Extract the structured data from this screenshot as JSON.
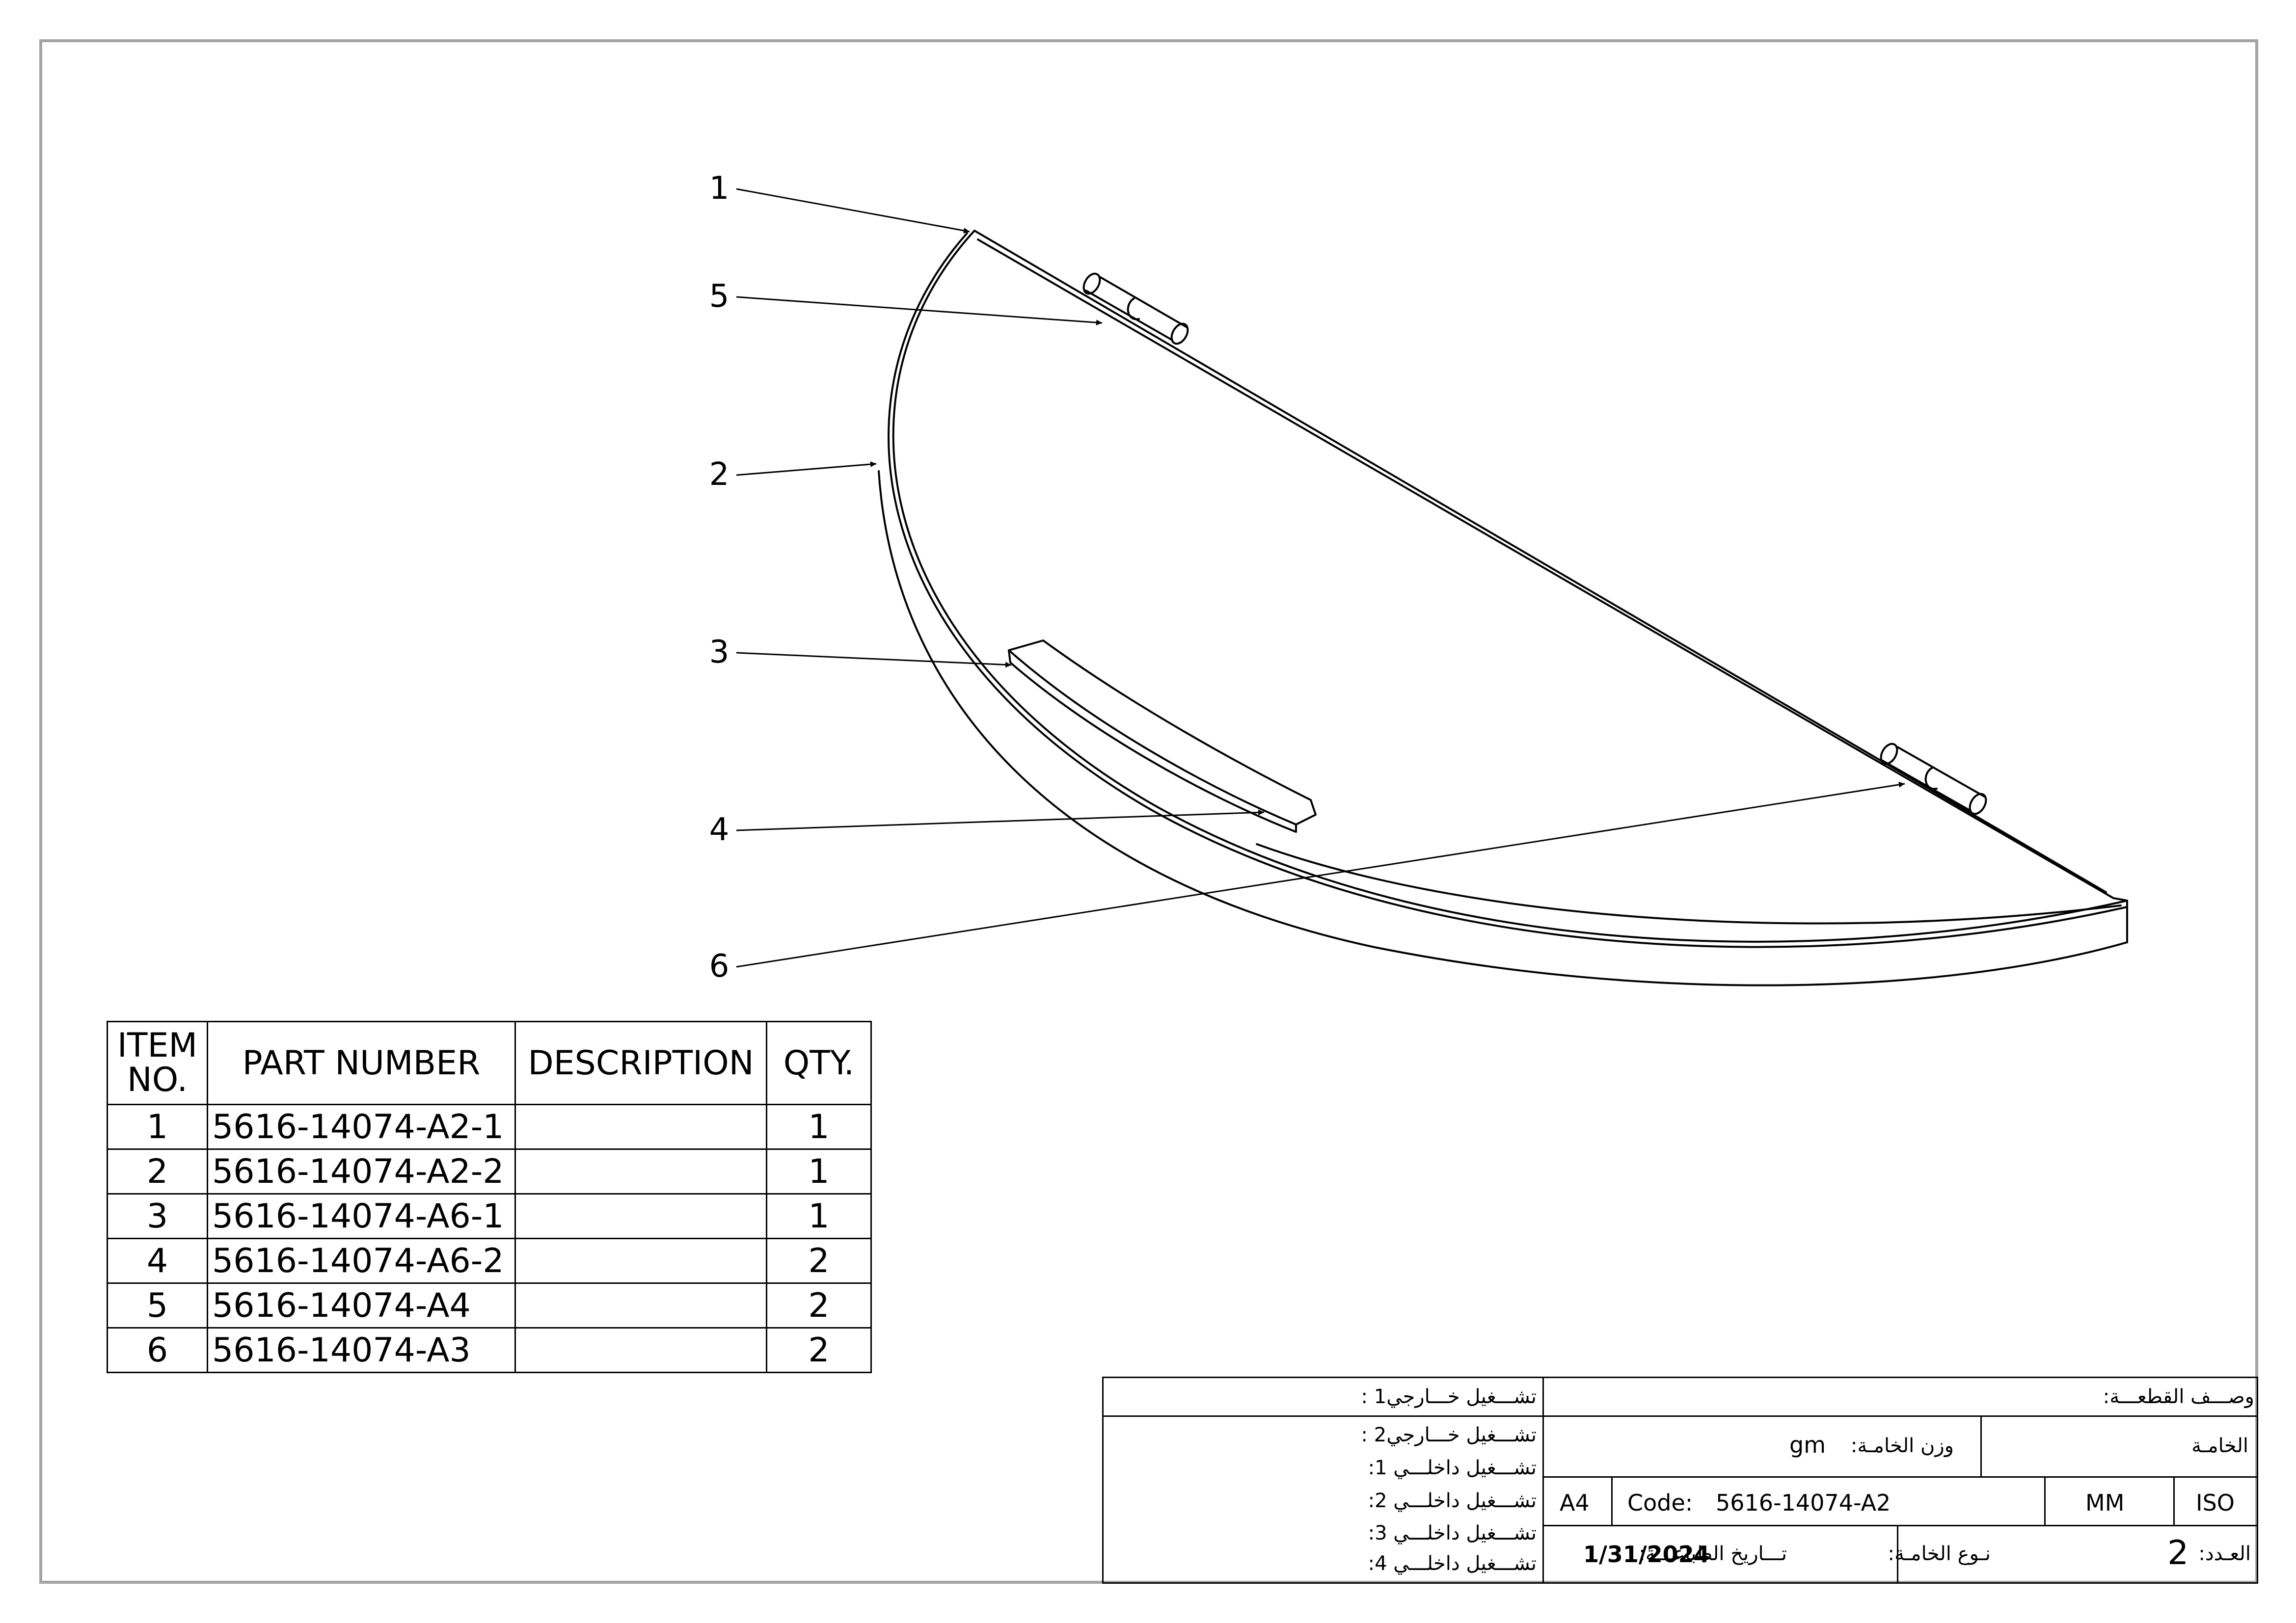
{
  "balloons": [
    {
      "label": "1"
    },
    {
      "label": "5"
    },
    {
      "label": "2"
    },
    {
      "label": "3"
    },
    {
      "label": "4"
    },
    {
      "label": "6"
    }
  ],
  "bom": {
    "headers": {
      "item": [
        "ITEM",
        "NO."
      ],
      "part": "PART NUMBER",
      "desc": "DESCRIPTION",
      "qty": "QTY."
    },
    "rows": [
      {
        "item": "1",
        "part": "5616-14074-A2-1",
        "desc": "",
        "qty": "1"
      },
      {
        "item": "2",
        "part": "5616-14074-A2-2",
        "desc": "",
        "qty": "1"
      },
      {
        "item": "3",
        "part": "5616-14074-A6-1",
        "desc": "",
        "qty": "1"
      },
      {
        "item": "4",
        "part": "5616-14074-A6-2",
        "desc": "",
        "qty": "2"
      },
      {
        "item": "5",
        "part": "5616-14074-A4",
        "desc": "",
        "qty": "2"
      },
      {
        "item": "6",
        "part": "5616-14074-A3",
        "desc": "",
        "qty": "2"
      }
    ]
  },
  "title_block": {
    "ops": [
      "تشـــغيل خـــارجي1 :",
      "تشـــغيل خـــارجي2 :",
      "تشـــغيل داخلـــي 1:",
      "تشـــغيل داخلـــي 2:",
      "تشـــغيل داخلـــي 3:",
      "تشـــغيل داخلـــي 4:"
    ],
    "part_desc_label": "وصـــف القطعـــة:",
    "material_label": "الخامـة",
    "material_weight_label": "وزن الخامـة:",
    "material_weight_unit": "gm",
    "sheet_size": "A4",
    "code_label": "Code:",
    "code_value": "5616-14074-A2",
    "units": "MM",
    "standard": "ISO",
    "print_date_value": "1/31/2024",
    "print_date_label": "تـــاريخ الطباعـــة:",
    "material_type_label": "نـوع الخامـة:",
    "count_value": "2",
    "count_label": "العـدد:"
  }
}
